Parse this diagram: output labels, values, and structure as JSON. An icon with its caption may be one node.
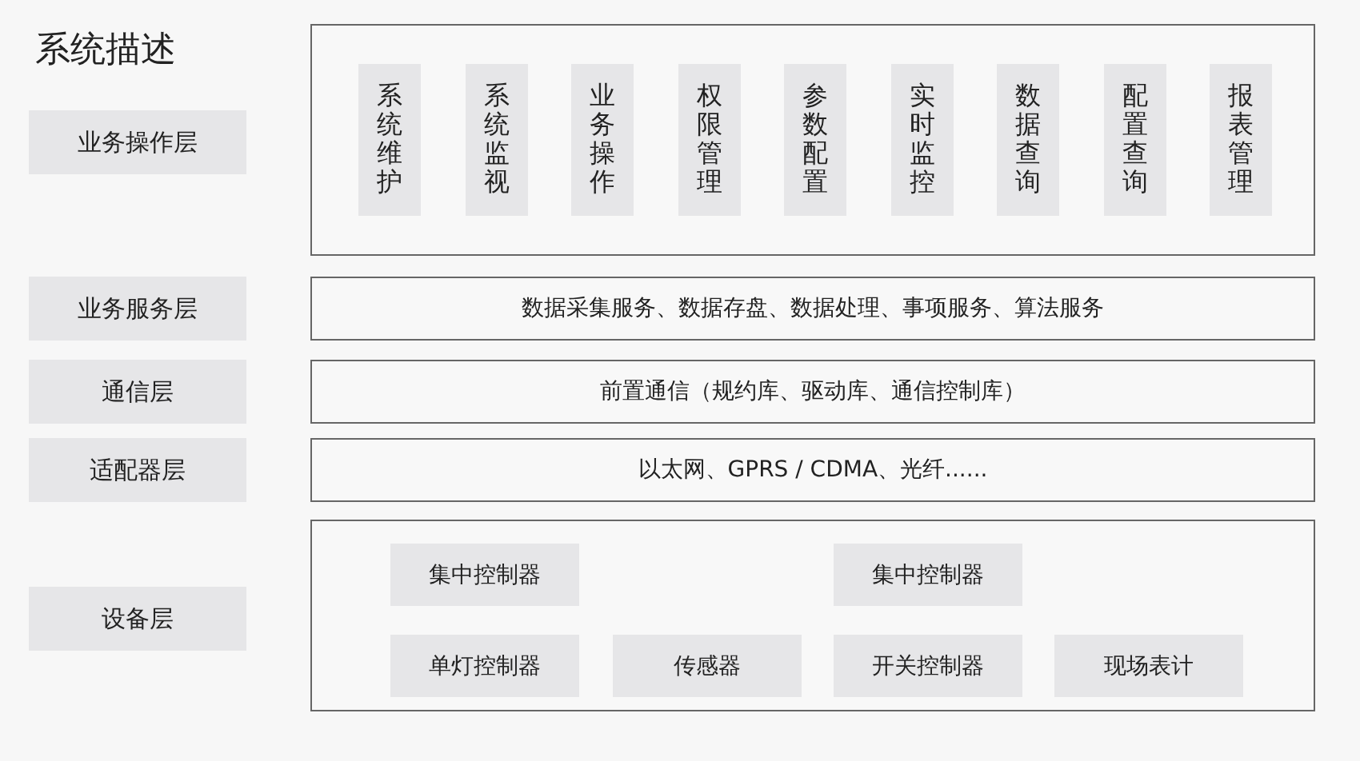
{
  "diagram": {
    "title": "系统描述",
    "nodes": [
      {
        "text": [
          "业务操作层"
        ]
      },
      {
        "text": [],
        "shape": "box"
      },
      {
        "text": [
          "系统维护"
        ],
        "in": 1
      },
      {
        "text": [
          "系统监视"
        ],
        "in": 1
      },
      {
        "text": [
          "业务操作"
        ],
        "in": 1
      },
      {
        "text": [
          "权限管理"
        ],
        "in": 1
      },
      {
        "text": [
          "参数配置"
        ],
        "in": 1
      },
      {
        "text": [
          "实时监控"
        ],
        "in": 1
      },
      {
        "text": [
          "数据查询"
        ],
        "in": 1
      },
      {
        "text": [
          "配置查询"
        ],
        "in": 1
      },
      {
        "text": [
          "报表管理"
        ],
        "in": 1
      },
      {
        "text": [
          "业务服务层"
        ]
      },
      {
        "text": [
          "数据采集服务、数据存盘、数据处理、事项服务、算法服务"
        ]
      },
      {
        "text": [
          "通信层"
        ]
      },
      {
        "text": [
          "前置通信（规约库、驱动库、通信控制库）"
        ]
      },
      {
        "text": [
          "适配器层"
        ]
      },
      {
        "text": [
          "以太网、GPRS / CDMA、光纤......"
        ]
      },
      {
        "text": [
          "设备层"
        ]
      },
      {
        "text": [],
        "shape": "box"
      },
      {
        "text": [
          "集中控制器"
        ],
        "in": 18
      },
      {
        "text": [
          "集中控制器"
        ],
        "in": 18
      },
      {
        "text": [
          "单灯控制器"
        ],
        "in": 18
      },
      {
        "text": [
          "传感器"
        ],
        "in": 18
      },
      {
        "text": [
          "开关控制器"
        ],
        "in": 18
      },
      {
        "text": [
          "现场表计"
        ],
        "in": 18
      }
    ],
    "edges": []
  }
}
